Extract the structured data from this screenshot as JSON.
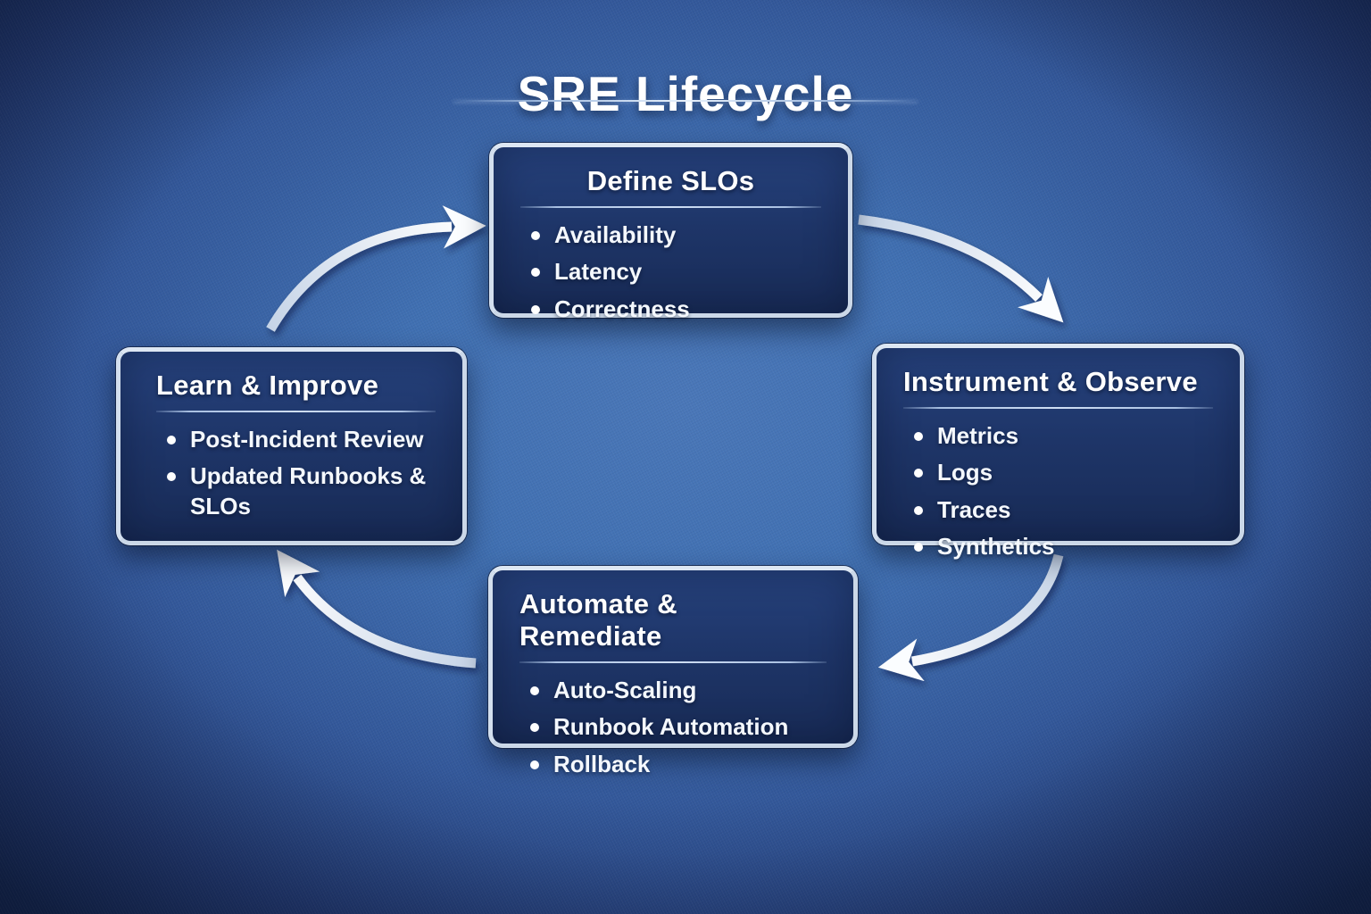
{
  "title": "SRE Lifecycle",
  "nodes": [
    {
      "id": "define-slos",
      "title": "Define SLOs",
      "items": [
        {
          "label": "Availability",
          "emphasis": false
        },
        {
          "label": "Latency",
          "emphasis": false
        },
        {
          "label": "Correctness",
          "emphasis": false
        }
      ]
    },
    {
      "id": "instrument-observe",
      "title": "Instrument & Observe",
      "items": [
        {
          "label": "Metrics",
          "emphasis": false
        },
        {
          "label": "Logs",
          "emphasis": false
        },
        {
          "label": "Traces",
          "emphasis": false
        },
        {
          "label": "Synthetics",
          "emphasis": false
        }
      ]
    },
    {
      "id": "automate-remediate",
      "title": "Automate & Remediate",
      "items": [
        {
          "label": "Auto-Scaling",
          "emphasis": false
        },
        {
          "label": "Runbook Automation",
          "emphasis": true
        },
        {
          "label": "Rollback",
          "emphasis": false
        }
      ]
    },
    {
      "id": "learn-improve",
      "title": "Learn & Improve",
      "items": [
        {
          "label": "Post-Incident Review",
          "emphasis": false
        },
        {
          "label": "Updated Runbooks & SLOs",
          "emphasis": true
        }
      ]
    }
  ],
  "flow": [
    {
      "from": "learn-improve",
      "to": "define-slos"
    },
    {
      "from": "define-slos",
      "to": "instrument-observe"
    },
    {
      "from": "instrument-observe",
      "to": "automate-remediate"
    },
    {
      "from": "automate-remediate",
      "to": "learn-improve"
    }
  ],
  "colors": {
    "background_center": "#4a77b8",
    "background_edge": "#14264d",
    "box_fill": "#1e3568",
    "box_border": "#cbd8e8",
    "text": "#ffffff",
    "arrow": "#eef4fb"
  }
}
